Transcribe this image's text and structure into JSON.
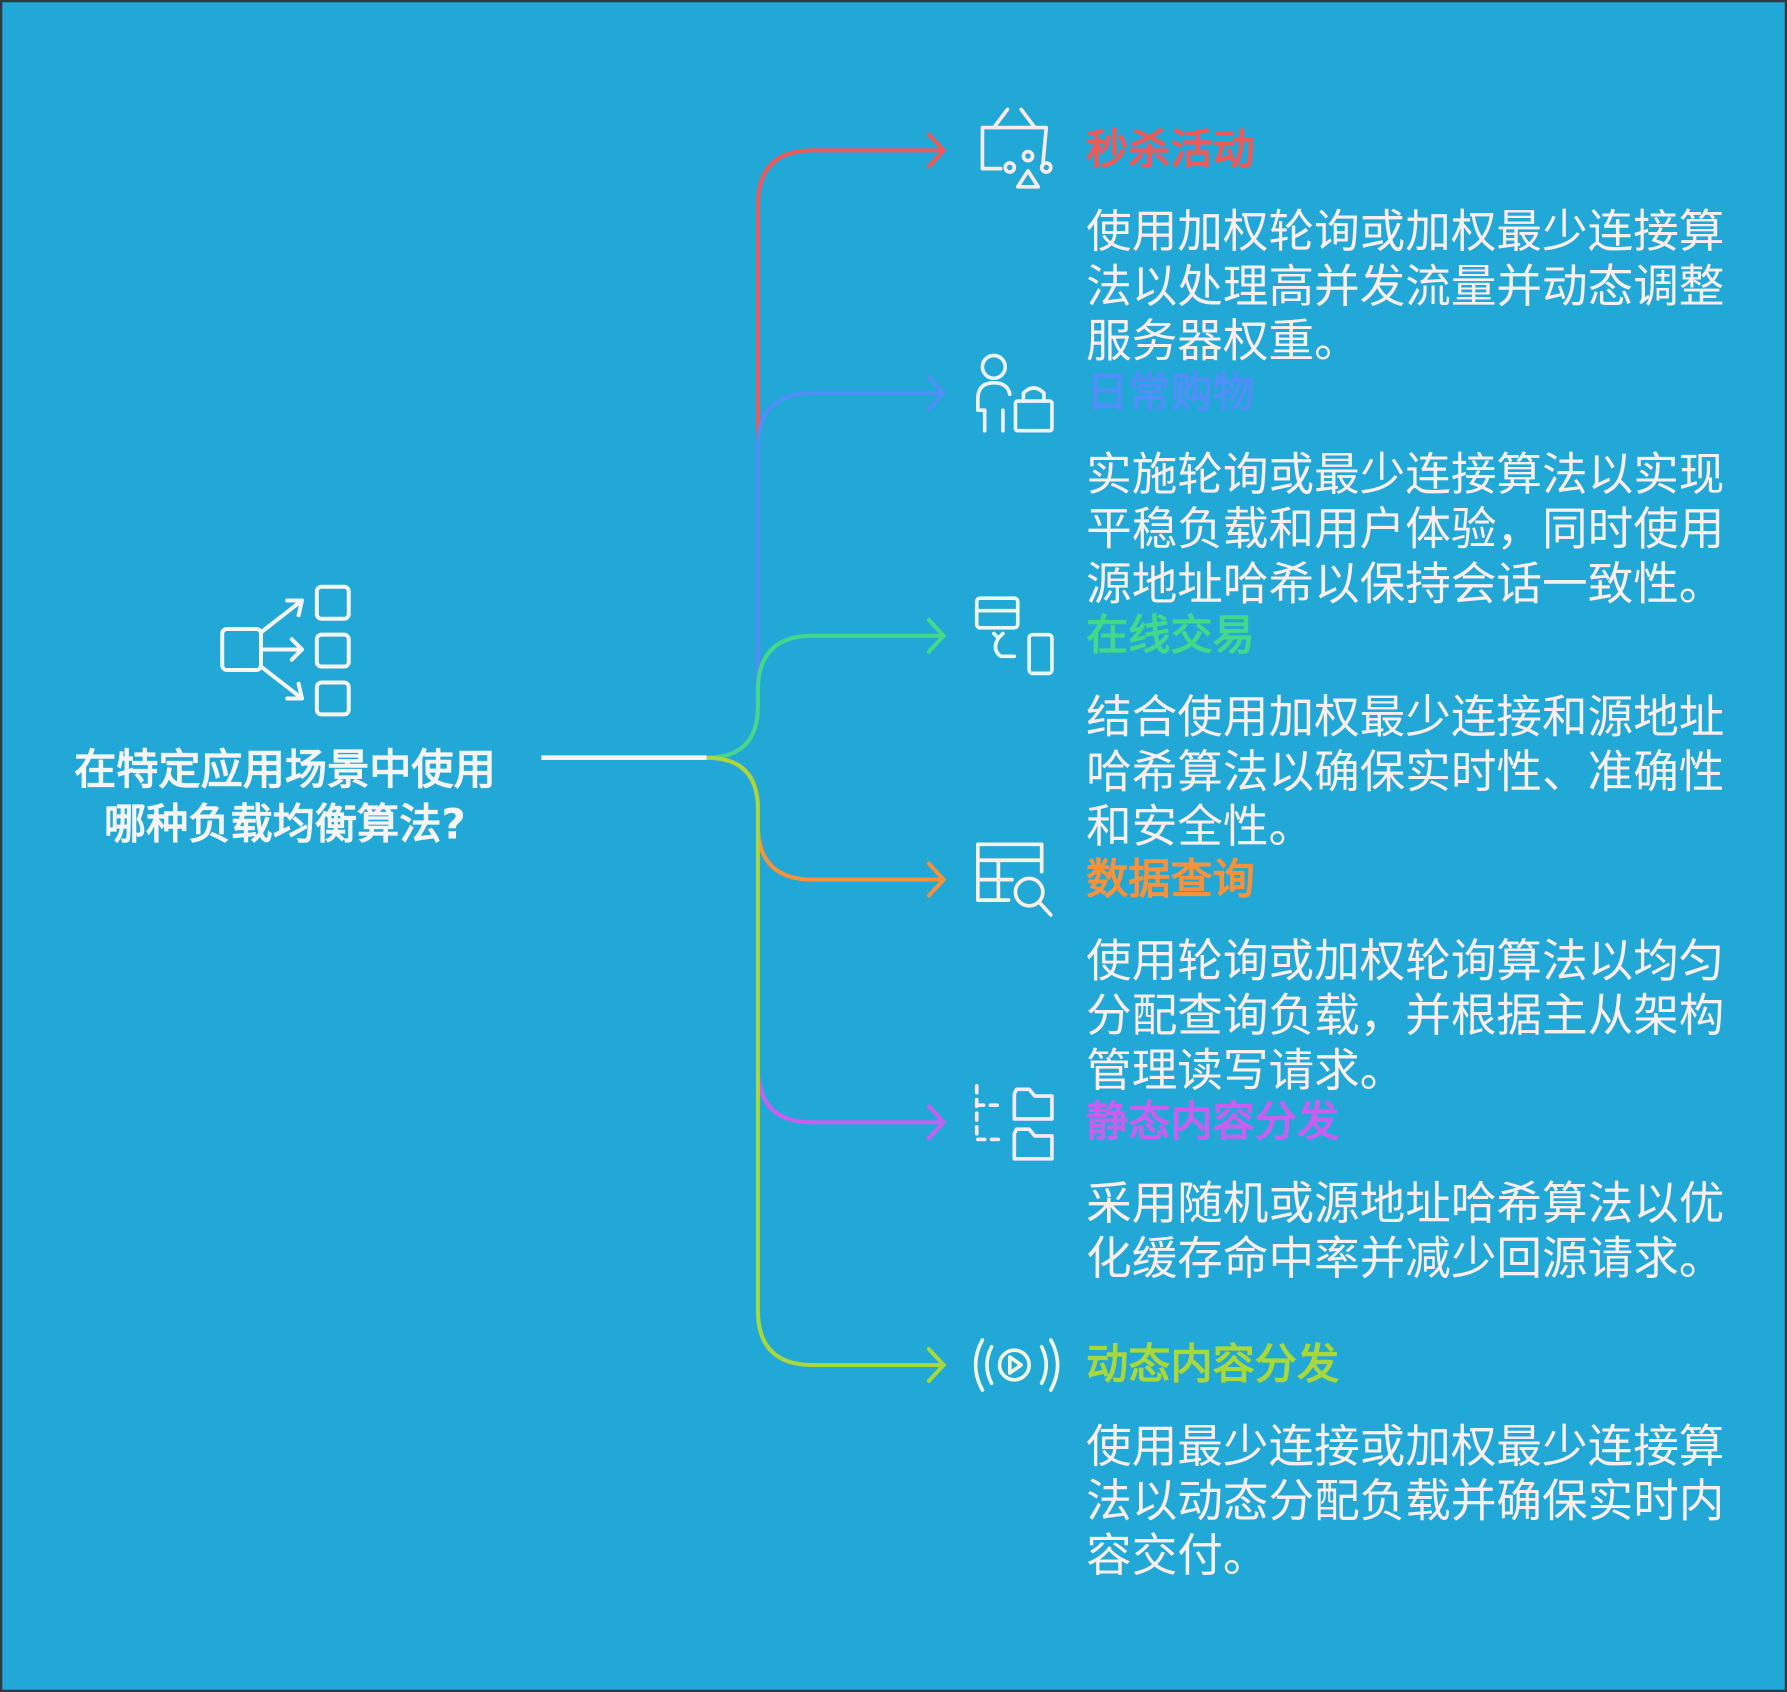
{
  "question": {
    "lines": [
      "在特定应用场景中使用",
      "哪种负载均衡算法?"
    ]
  },
  "colors": {
    "background": "#21a8d6",
    "root_line": "#f5f5f5"
  },
  "items": [
    {
      "title": "秒杀活动",
      "color": "#f0595a",
      "icon": "basket-icon",
      "desc": [
        "使用加权轮询或加权最少连接算",
        "法以处理高并发流量并动态调整",
        "服务器权重。"
      ]
    },
    {
      "title": "日常购物",
      "color": "#4f8ff7",
      "icon": "shopper-bag-icon",
      "desc": [
        "实施轮询或最少连接算法以实现",
        "平稳负载和用户体验，同时使用",
        "源地址哈希以保持会话一致性。"
      ]
    },
    {
      "title": "在线交易",
      "color": "#43d88a",
      "icon": "card-to-phone-icon",
      "desc": [
        "结合使用加权最少连接和源地址",
        "哈希算法以确保实时性、准确性",
        "和安全性。"
      ]
    },
    {
      "title": "数据查询",
      "color": "#f7923a",
      "icon": "table-search-icon",
      "desc": [
        "使用轮询或加权轮询算法以均匀",
        "分配查询负载，并根据主从架构",
        "管理读写请求。"
      ]
    },
    {
      "title": "静态内容分发",
      "color": "#c95ff0",
      "icon": "folder-tree-icon",
      "desc": [
        "采用随机或源地址哈希算法以优",
        "化缓存命中率并减少回源请求。"
      ]
    },
    {
      "title": "动态内容分发",
      "color": "#a8d83a",
      "icon": "broadcast-play-icon",
      "desc": [
        "使用最少连接或加权最少连接算",
        "法以动态分配负载并确保实时内",
        "容交付。"
      ]
    }
  ]
}
